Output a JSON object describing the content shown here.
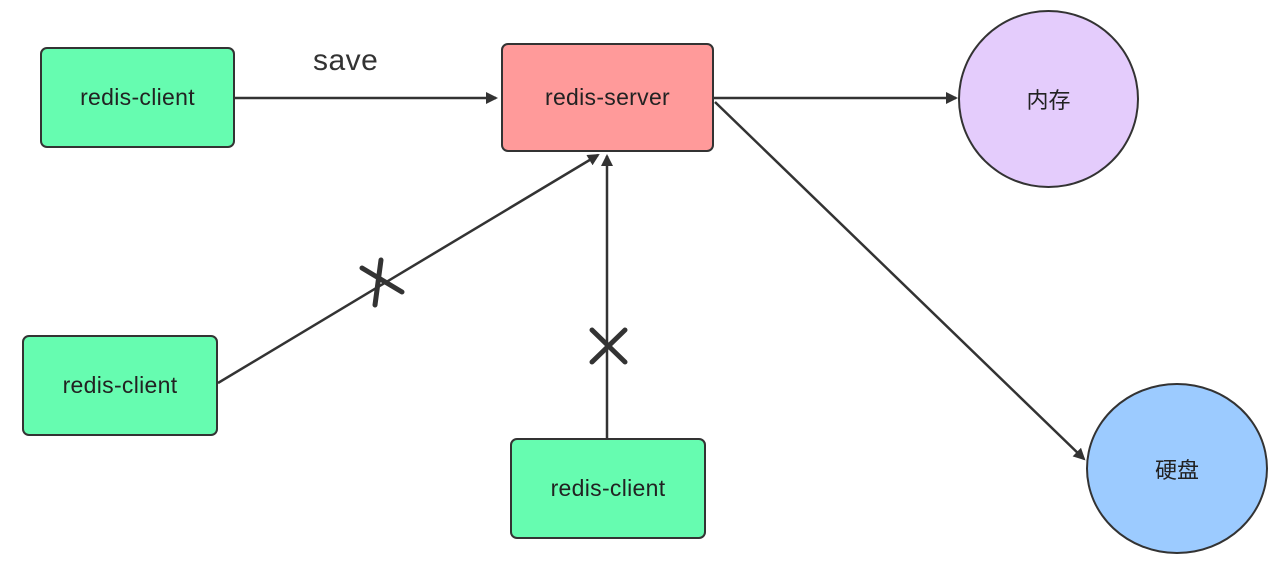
{
  "nodes": {
    "client_top": {
      "label": "redis-client"
    },
    "server": {
      "label": "redis-server"
    },
    "memory": {
      "label": "内存"
    },
    "disk": {
      "label": "硬盘"
    },
    "client_left": {
      "label": "redis-client"
    },
    "client_bottom": {
      "label": "redis-client"
    }
  },
  "edges": {
    "save_label": "save"
  },
  "colors": {
    "client": "#66fcb0",
    "server": "#ff9a9a",
    "memory": "#e4ccfc",
    "disk": "#9ccbff",
    "stroke": "#333333"
  }
}
